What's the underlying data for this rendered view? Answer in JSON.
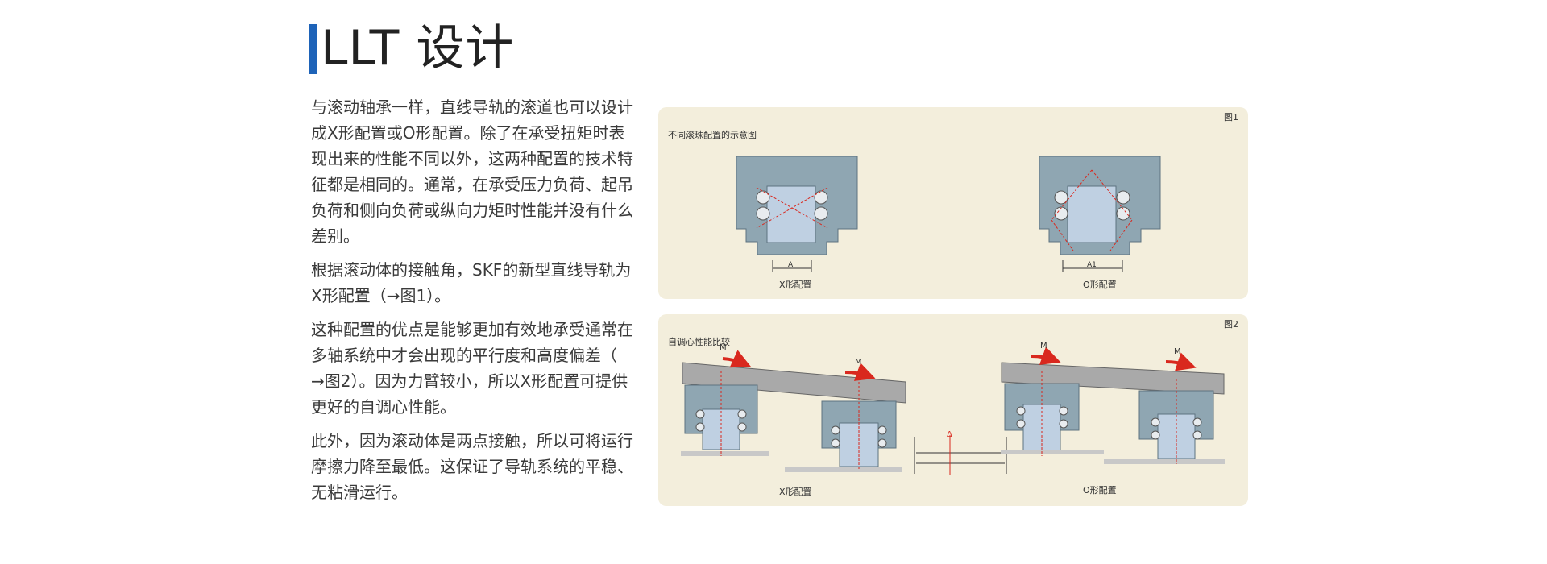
{
  "title": "LLT 设计",
  "paragraphs": [
    "与滚动轴承一样，直线导轨的滚道也可以设计成X形配置或O形配置。除了在承受扭矩时表现出来的性能不同以外，这两种配置的技术特征都是相同的。通常，在承受压力负荷、起吊负荷和侧向负荷或纵向力矩时性能并没有什么差别。",
    "根据滚动体的接触角，SKF的新型直线导轨为X形配置（→图1）。",
    "这种配置的优点是能够更加有效地承受通常在多轴系统中才会出现的平行度和高度偏差（ →图2）。因为力臂较小，所以X形配置可提供更好的自调心性能。",
    "此外，因为滚动体是两点接触，所以可将运行摩擦力降至最低。这保证了导轨系统的平稳、无粘滑运行。"
  ],
  "figure1": {
    "tag": "图1",
    "subtitle": "不同滚珠配置的示意图",
    "left_caption": "X形配置",
    "right_caption": "O形配置",
    "left_dim": "A",
    "right_dim": "A1"
  },
  "figure2": {
    "tag": "图2",
    "subtitle": "自调心性能比较",
    "left_caption": "X形配置",
    "right_caption": "O形配置",
    "moment_label": "M",
    "delta_label": "Δ"
  },
  "colors": {
    "accent": "#1e63b8",
    "panel": "#f3eedc",
    "block": "#8fa6b2",
    "rail": "#b9c9db",
    "arrow": "#d9281e",
    "beam": "#a9a9a9"
  }
}
